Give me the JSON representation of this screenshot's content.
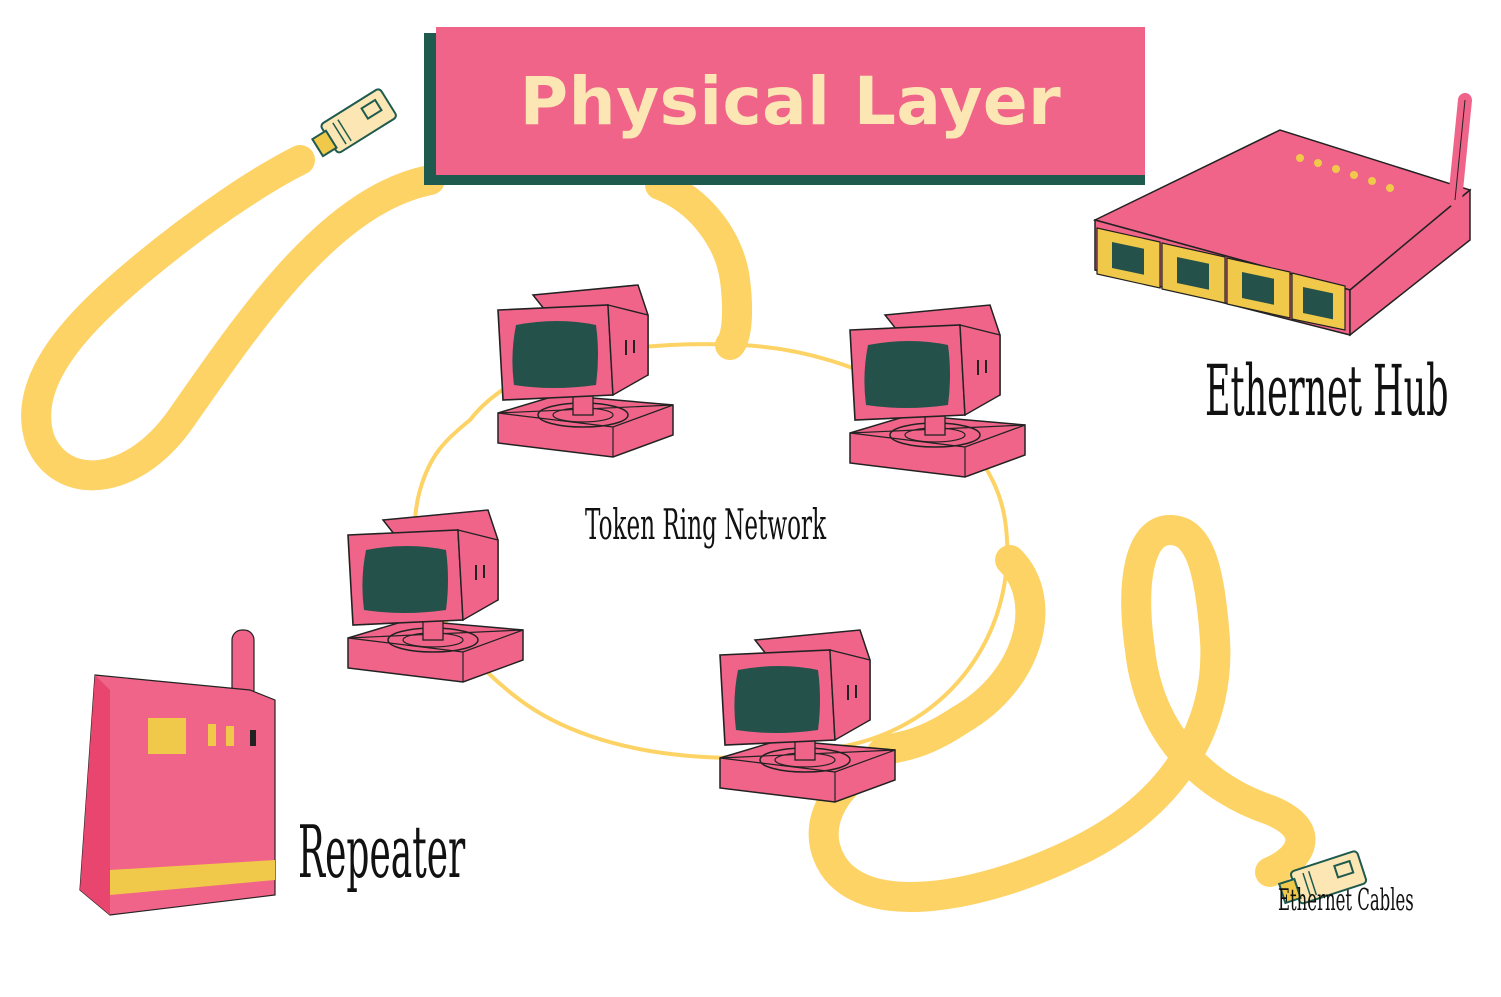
{
  "title": "Physical Layer",
  "labels": {
    "token_ring": "Token Ring Network",
    "ethernet_hub": "Ethernet Hub",
    "repeater": "Repeater",
    "ethernet_cables": "Ethernet Cables"
  },
  "colors": {
    "pink": "#f0648a",
    "dark_green": "#1f5a4e",
    "cable_yellow": "#fdd365",
    "cream_text": "#fbe6b4",
    "port_yellow": "#f0c94a"
  },
  "icons": {
    "computers": [
      "monitor-icon",
      "monitor-icon",
      "monitor-icon",
      "monitor-icon"
    ],
    "hub": "ethernet-hub-icon",
    "repeater": "repeater-icon",
    "connectors": [
      "rj45-connector-icon",
      "rj45-connector-icon"
    ]
  }
}
